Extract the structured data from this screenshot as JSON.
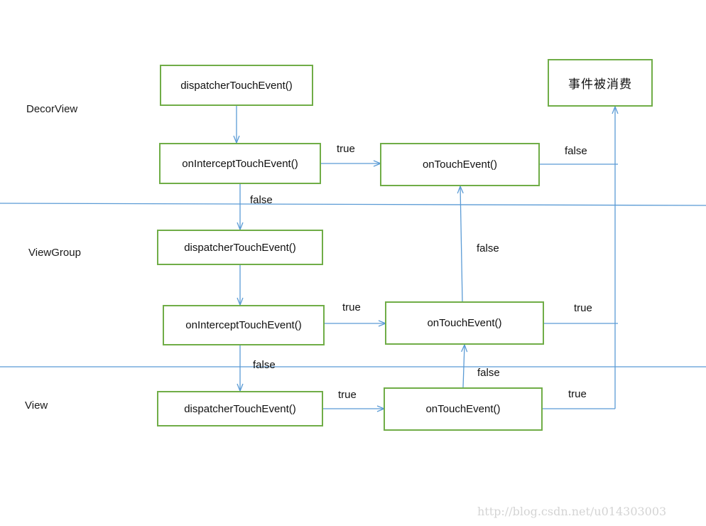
{
  "layers": {
    "decor": "DecorView",
    "group": "ViewGroup",
    "view": "View"
  },
  "nodes": {
    "decor_dispatch": "dispatcherTouchEvent()",
    "decor_intercept": "onInterceptTouchEvent()",
    "decor_touch": "onTouchEvent()",
    "consumed": "事件被消费",
    "group_dispatch": "dispatcherTouchEvent()",
    "group_intercept": "onInterceptTouchEvent()",
    "group_touch": "onTouchEvent()",
    "view_dispatch": "dispatcherTouchEvent()",
    "view_touch": "onTouchEvent()"
  },
  "edges": {
    "decor_intercept_true": "true",
    "decor_touch_false": "false",
    "decor_intercept_false": "false",
    "group_touch_false": "false",
    "group_intercept_true": "true",
    "group_touch_true": "true",
    "group_intercept_false": "false",
    "view_touch_false": "false",
    "view_dispatch_true": "true",
    "view_touch_true": "true"
  },
  "watermark": "http://blog.csdn.net/u014303003",
  "colors": {
    "box_border": "#70ad47",
    "line": "#5b9bd5",
    "watermark": "#d4d4d4"
  }
}
